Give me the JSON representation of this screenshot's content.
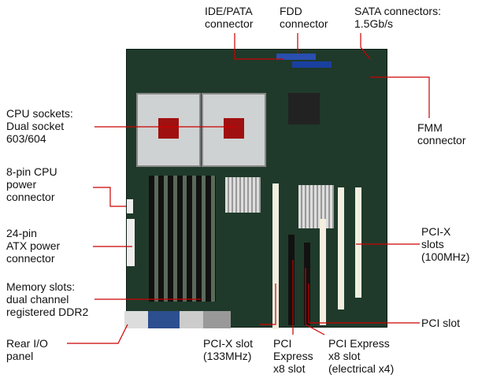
{
  "labels": {
    "ide": [
      "IDE/PATA",
      "connector"
    ],
    "fdd": [
      "FDD",
      "connector"
    ],
    "sata": [
      "SATA connectors:",
      "1.5Gb/s"
    ],
    "cpu": [
      "CPU sockets:",
      "Dual socket",
      "603/604"
    ],
    "cpu_power": [
      "8-pin CPU",
      "power",
      "connector"
    ],
    "atx": [
      "24-pin",
      "ATX power",
      "connector"
    ],
    "memory": [
      "Memory slots:",
      "dual channel",
      "registered DDR2"
    ],
    "rear_io": [
      "Rear I/O",
      "panel"
    ],
    "fmm": [
      "FMM",
      "connector"
    ],
    "pcix100": [
      "PCI-X",
      "slots",
      "(100MHz)"
    ],
    "pci": [
      "PCI slot"
    ],
    "pcix133": [
      "PCI-X slot",
      "(133MHz)"
    ],
    "pcie8": [
      "PCI",
      "Express",
      "x8 slot"
    ],
    "pcie4": [
      "PCI Express",
      "x8 slot",
      "(electrical x4)"
    ]
  },
  "colors": {
    "leader": "#cc0000",
    "board": "#1f3a2a"
  }
}
